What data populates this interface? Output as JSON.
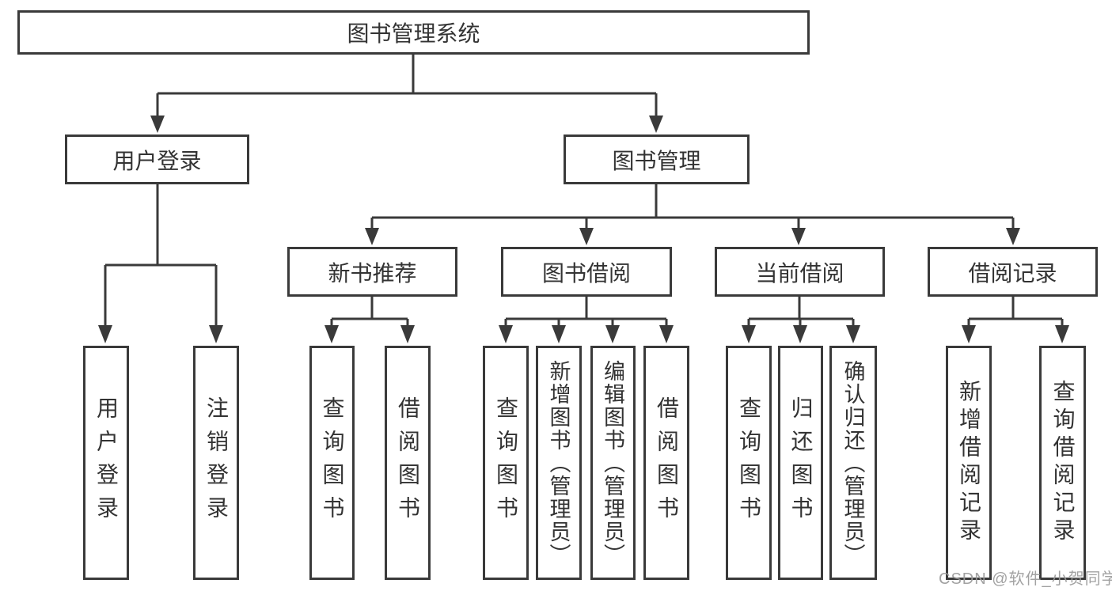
{
  "colors": {
    "line": "#3a3a3a",
    "box_border": "#3a3a3a",
    "text": "#333333",
    "watermark_gray": "#9b9b9b",
    "canvas_background": "#ffffff"
  },
  "watermark": {
    "text": "CSDN @软件_小贺同学"
  },
  "tree": {
    "root": {
      "label": "图书管理系统"
    },
    "user_login": {
      "label": "用户登录",
      "children": {
        "login": {
          "label": "用户登录"
        },
        "logout": {
          "label": "注销登录"
        }
      }
    },
    "book_mgmt": {
      "label": "图书管理",
      "children": {
        "new_book_rec": {
          "label": "新书推荐",
          "children": {
            "query_books": {
              "label": "查询图书"
            },
            "borrow_books": {
              "label": "借阅图书"
            }
          }
        },
        "book_borrow": {
          "label": "图书借阅",
          "children": {
            "query_books": {
              "label": "查询图书"
            },
            "add_books": {
              "label": "新增图书（管理员）"
            },
            "edit_books": {
              "label": "编辑图书（管理员）"
            },
            "borrow_books": {
              "label": "借阅图书"
            }
          }
        },
        "current_borrow": {
          "label": "当前借阅",
          "children": {
            "query_books": {
              "label": "查询图书"
            },
            "return_books": {
              "label": "归还图书"
            },
            "confirm_return": {
              "label": "确认归还（管理员）"
            }
          }
        },
        "borrow_records": {
          "label": "借阅记录",
          "children": {
            "add_record": {
              "label": "新增借阅记录"
            },
            "query_record": {
              "label": "查询借阅记录"
            }
          }
        }
      }
    }
  }
}
